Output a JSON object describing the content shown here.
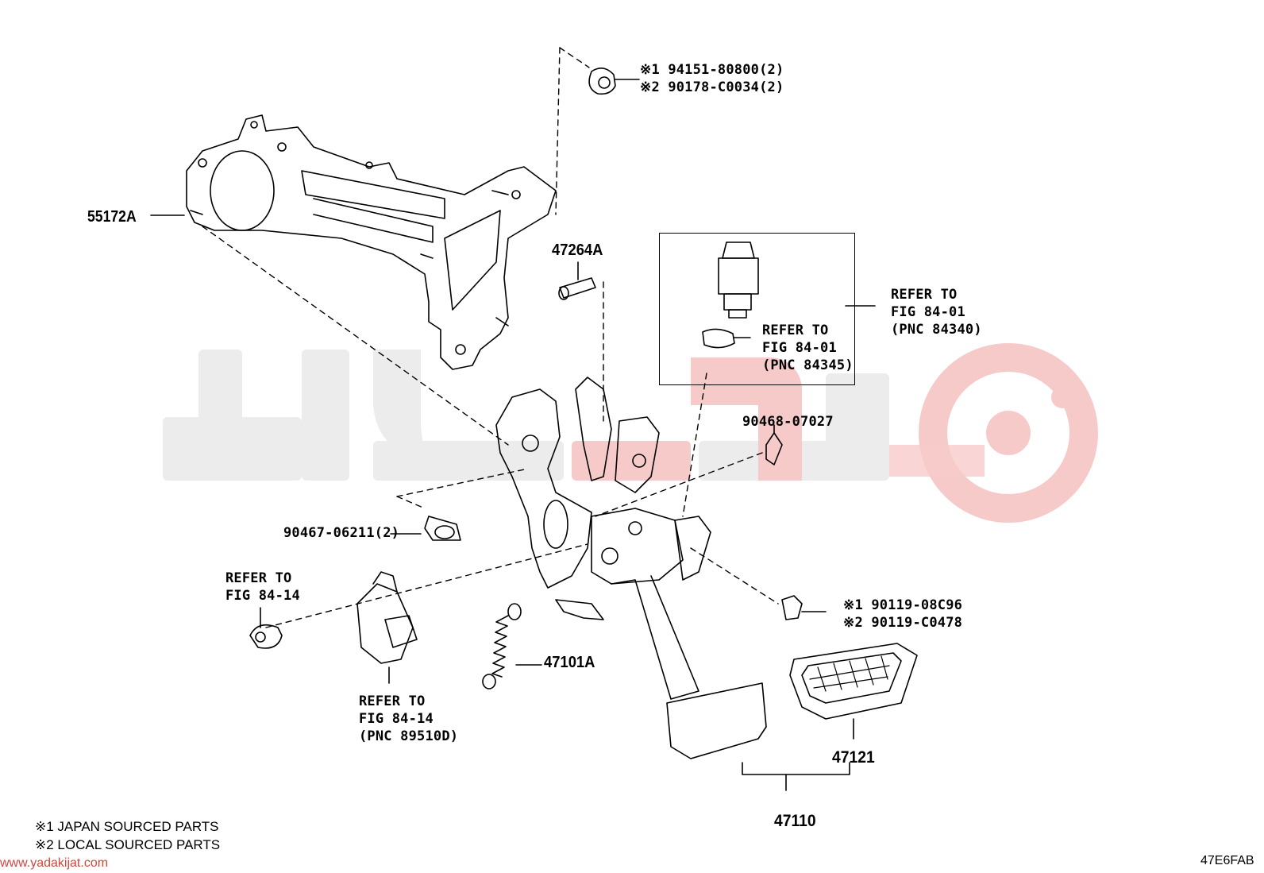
{
  "colors": {
    "line": "#000000",
    "watermark_gray": "#e6e6e6",
    "watermark_pink": "#f6c4c4",
    "watermark_red": "#d4463c"
  },
  "parts": {
    "p55172A": "55172A",
    "p47264A": "47264A",
    "p90468": "90468-07027",
    "p90467": "90467-06211(2)",
    "p47101A": "47101A",
    "p47121": "47121",
    "p47110": "47110"
  },
  "nut_callout": {
    "line1": "※1 94151-80800(2)",
    "line2": "※2 90178-C0034(2)"
  },
  "bolt_callout": {
    "line1": "※1 90119-08C96",
    "line2": "※2 90119-C0478"
  },
  "refer_switch_outer": {
    "line1": "REFER TO",
    "line2": "FIG 84-01",
    "line3": "(PNC 84340)"
  },
  "refer_switch_inner": {
    "line1": "REFER TO",
    "line2": "FIG 84-01",
    "line3": "(PNC 84345)"
  },
  "refer_sensor_clip": {
    "line1": "REFER TO",
    "line2": "FIG 84-14"
  },
  "refer_sensor": {
    "line1": "REFER TO",
    "line2": "FIG 84-14",
    "line3": "(PNC 89510D)"
  },
  "footnotes": {
    "note1": "※1 JAPAN SOURCED PARTS",
    "note2": "※2 LOCAL SOURCED PARTS"
  },
  "watermark_url": "www.yadakijat.com",
  "figure_code": "47E6FAB"
}
